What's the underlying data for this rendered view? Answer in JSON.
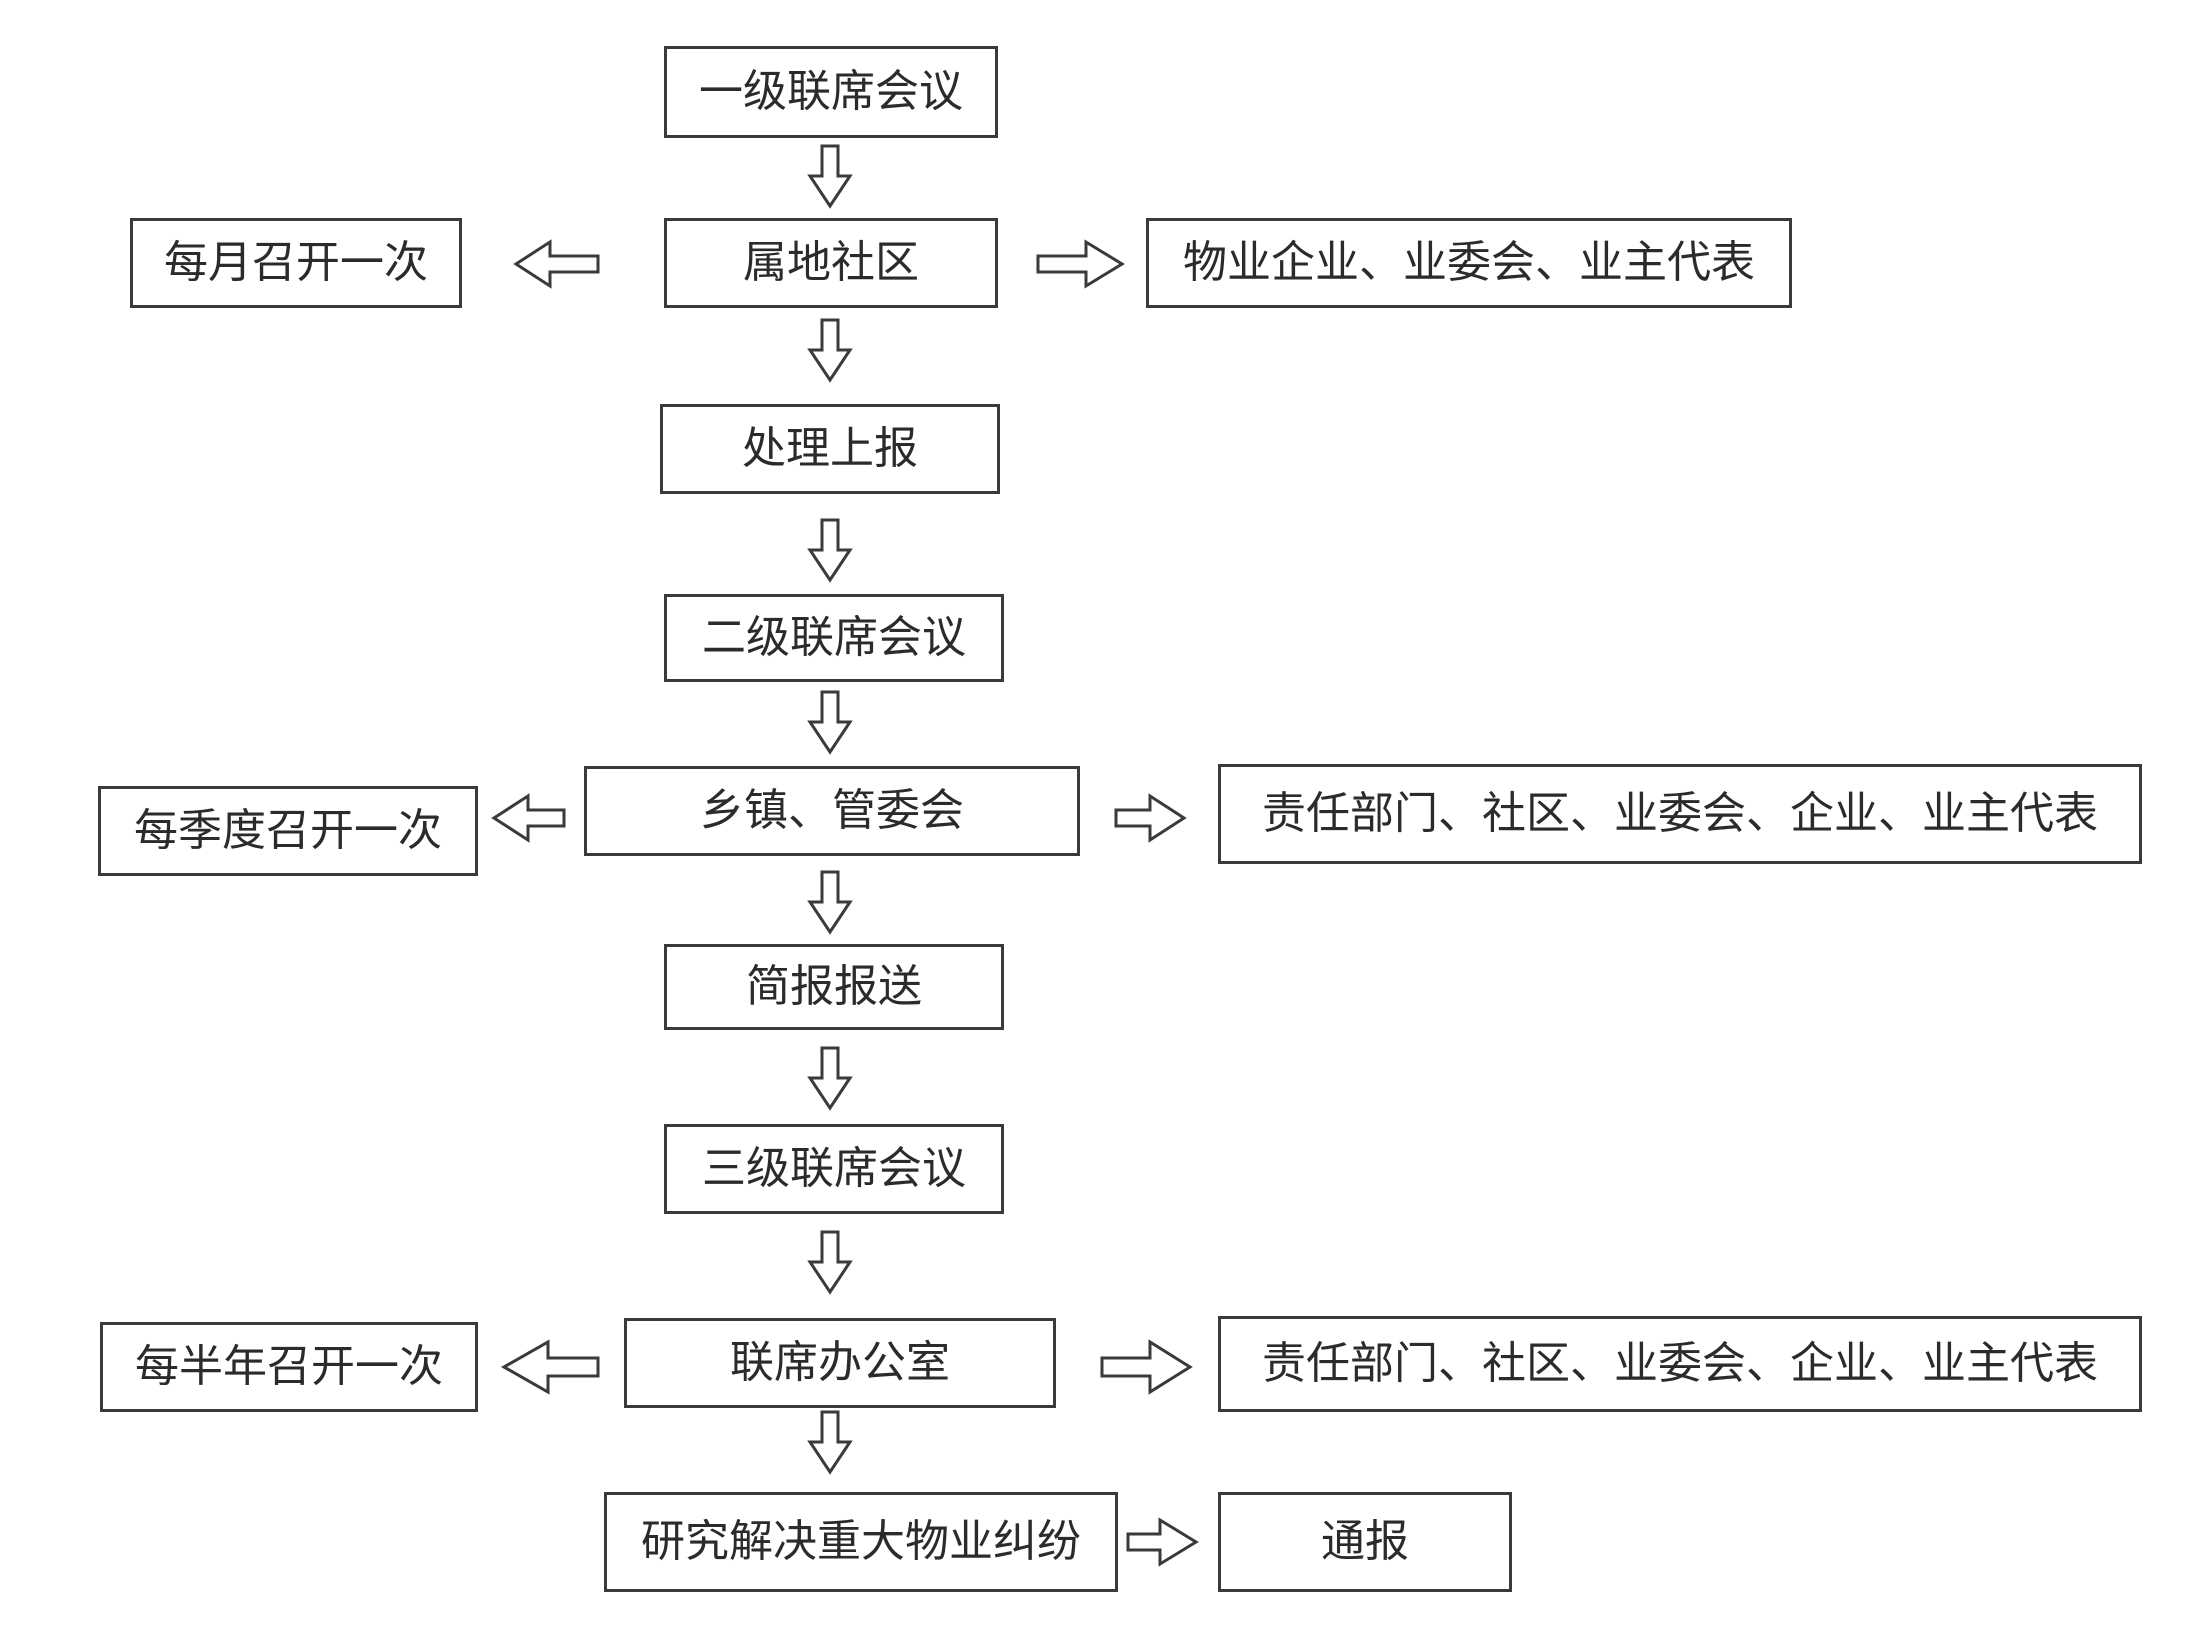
{
  "diagram": {
    "nodes": {
      "level1_meeting": "一级联席会议",
      "local_community": "属地社区",
      "monthly": "每月召开一次",
      "property_parties_1": "物业企业、业委会、业主代表",
      "handle_report": "处理上报",
      "level2_meeting": "二级联席会议",
      "township_committee": "乡镇、管委会",
      "quarterly": "每季度召开一次",
      "responsible_parties_1": "责任部门、社区、业委会、企业、业主代表",
      "briefing_submit": "简报报送",
      "level3_meeting": "三级联席会议",
      "joint_office": "联席办公室",
      "semiannual": "每半年召开一次",
      "responsible_parties_2": "责任部门、社区、业委会、企业、业主代表",
      "resolve_disputes": "研究解决重大物业纠纷",
      "notification": "通报"
    },
    "colors": {
      "stroke": "#3a3a3a",
      "text": "#2b2b2b",
      "fill": "#ffffff"
    }
  }
}
